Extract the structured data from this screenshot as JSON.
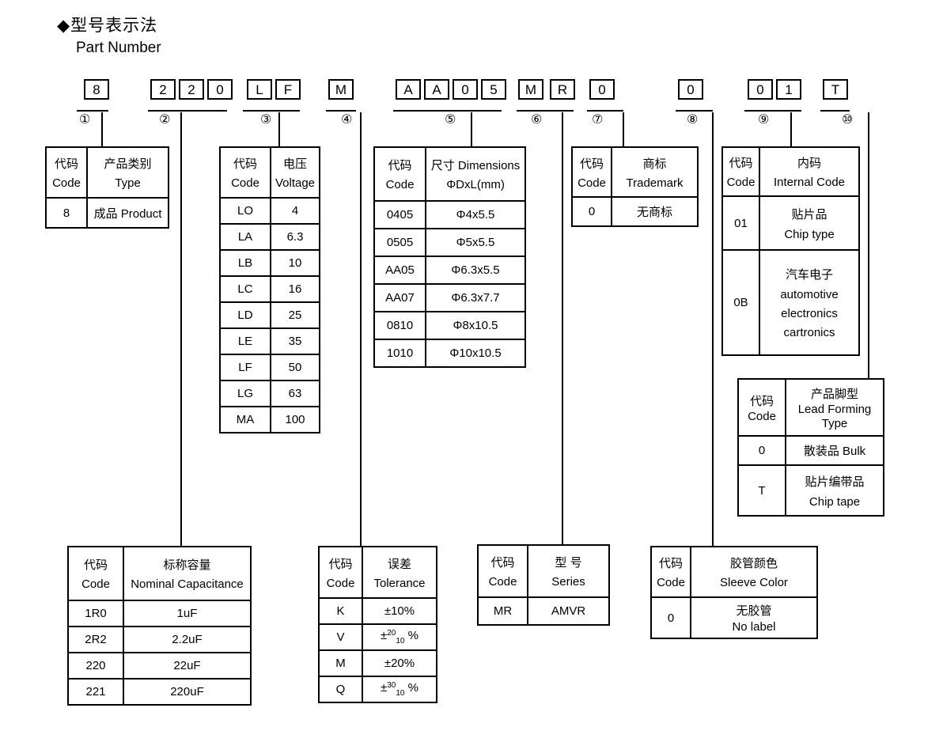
{
  "title": {
    "zh": "◆型号表示法",
    "en": "Part Number"
  },
  "part_code": {
    "groups": [
      {
        "num": "①",
        "chars": [
          "8"
        ]
      },
      {
        "num": "②",
        "chars": [
          "2",
          "2",
          "0"
        ]
      },
      {
        "num": "③",
        "chars": [
          "L",
          "F"
        ]
      },
      {
        "num": "④",
        "chars": [
          "M"
        ]
      },
      {
        "num": "⑤",
        "chars": [
          "A",
          "A",
          "0",
          "5"
        ]
      },
      {
        "num": "⑥",
        "chars": [
          "M",
          "R"
        ]
      },
      {
        "num": "⑦",
        "chars": [
          "0"
        ]
      },
      {
        "num": "⑧",
        "chars": [
          "0"
        ]
      },
      {
        "num": "⑨",
        "chars": [
          "0",
          "1"
        ]
      },
      {
        "num": "⑩",
        "chars": [
          "T"
        ]
      }
    ]
  },
  "tables": {
    "product_type": {
      "headers": [
        [
          "代码",
          "Code"
        ],
        [
          "产品类别",
          "Type"
        ]
      ],
      "rows": [
        [
          "8",
          "成品 Product"
        ]
      ]
    },
    "voltage": {
      "headers": [
        [
          "代码",
          "Code"
        ],
        [
          "电压",
          "Voltage"
        ]
      ],
      "rows": [
        [
          "LO",
          "4"
        ],
        [
          "LA",
          "6.3"
        ],
        [
          "LB",
          "10"
        ],
        [
          "LC",
          "16"
        ],
        [
          "LD",
          "25"
        ],
        [
          "LE",
          "35"
        ],
        [
          "LF",
          "50"
        ],
        [
          "LG",
          "63"
        ],
        [
          "MA",
          "100"
        ]
      ]
    },
    "dimensions": {
      "headers": [
        [
          "代码",
          "Code"
        ],
        [
          "尺寸 Dimensions",
          "ΦDxL(mm)"
        ]
      ],
      "rows": [
        [
          "0405",
          "Φ4x5.5"
        ],
        [
          "0505",
          "Φ5x5.5"
        ],
        [
          "AA05",
          "Φ6.3x5.5"
        ],
        [
          "AA07",
          "Φ6.3x7.7"
        ],
        [
          "0810",
          "Φ8x10.5"
        ],
        [
          "1010",
          "Φ10x10.5"
        ]
      ]
    },
    "trademark": {
      "headers": [
        [
          "代码",
          "Code"
        ],
        [
          "商标",
          "Trademark"
        ]
      ],
      "rows": [
        [
          "0",
          "无商标"
        ]
      ]
    },
    "internal_code": {
      "headers": [
        [
          "代码",
          "Code"
        ],
        [
          "内码",
          "Internal Code"
        ]
      ],
      "rows": [
        [
          "01",
          {
            "lines": [
              "贴片品",
              "Chip type"
            ]
          }
        ],
        [
          "0B",
          {
            "lines": [
              "汽车电子",
              "automotive",
              "electronics",
              "cartronics"
            ]
          }
        ]
      ]
    },
    "lead_forming": {
      "headers": [
        [
          "代码",
          "Code"
        ],
        [
          "产品脚型",
          "Lead Forming",
          "Type"
        ]
      ],
      "rows": [
        [
          "0",
          "散装品 Bulk"
        ],
        [
          "T",
          {
            "lines": [
              "贴片编带品",
              "Chip tape"
            ]
          }
        ]
      ]
    },
    "capacitance": {
      "headers": [
        [
          "代码",
          "Code"
        ],
        [
          "标称容量",
          "Nominal Capacitance"
        ]
      ],
      "rows": [
        [
          "1R0",
          "1uF"
        ],
        [
          "2R2",
          "2.2uF"
        ],
        [
          "220",
          "22uF"
        ],
        [
          "221",
          "220uF"
        ]
      ]
    },
    "tolerance": {
      "headers": [
        [
          "代码",
          "Code"
        ],
        [
          "误差",
          "Tolerance"
        ]
      ],
      "rows": [
        [
          "K",
          "±10%"
        ],
        [
          "V",
          {
            "pm": {
              "pre": "±",
              "sup": "20",
              "sub": "10",
              "post": "%"
            }
          }
        ],
        [
          "M",
          "±20%"
        ],
        [
          "Q",
          {
            "pm": {
              "pre": "±",
              "sup": "30",
              "sub": "10",
              "post": "%"
            }
          }
        ]
      ]
    },
    "series": {
      "headers": [
        [
          "代码",
          "Code"
        ],
        [
          "型 号",
          "Series"
        ]
      ],
      "rows": [
        [
          "MR",
          "AMVR"
        ]
      ]
    },
    "sleeve_color": {
      "headers": [
        [
          "代码",
          "Code"
        ],
        [
          "胶管颜色",
          "Sleeve Color"
        ]
      ],
      "rows": [
        [
          "0",
          {
            "lines": [
              "无胶管",
              "No label"
            ]
          }
        ]
      ]
    }
  }
}
